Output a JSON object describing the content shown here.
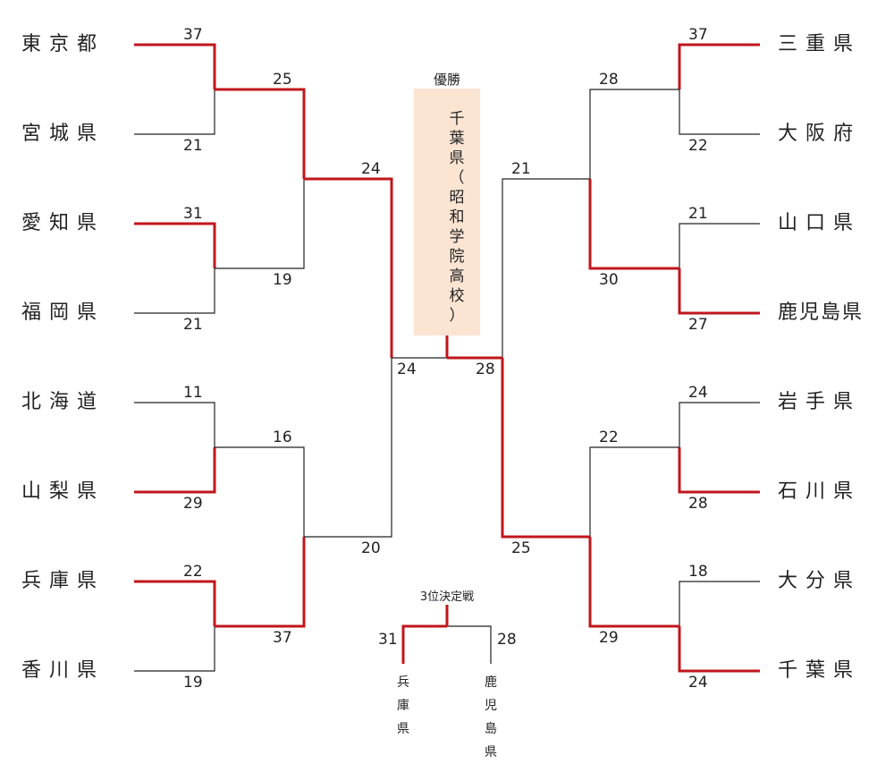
{
  "left_teams": [
    "東京都",
    "宮城県",
    "愛知県",
    "福岡県",
    "北海道",
    "山梨県",
    "兵庫県",
    "香川県"
  ],
  "right_teams": [
    "三重県",
    "大阪府",
    "山口県",
    "鹿児島県",
    "岩手県",
    "石川県",
    "大分県",
    "千葉県"
  ],
  "left_r1_scores": [
    "37",
    "21",
    "31",
    "21",
    "11",
    "29",
    "22",
    "19"
  ],
  "right_r1_scores": [
    "37",
    "22",
    "21",
    "27",
    "24",
    "28",
    "18",
    "24"
  ],
  "left_qf_scores": [
    "25",
    "19",
    "16",
    "37"
  ],
  "right_qf_scores": [
    "28",
    "30",
    "22",
    "29"
  ],
  "left_sf_scores": [
    "24",
    "20"
  ],
  "right_sf_scores": [
    "21",
    "25"
  ],
  "final": {
    "left_score": "24",
    "right_score": "28",
    "caption": "優勝",
    "champion": "千葉県（昭和学院高校）"
  },
  "third_place": {
    "caption": "3位決定戦",
    "left_score": "31",
    "right_score": "28",
    "left_team": "兵庫県",
    "right_team": "鹿児島県"
  },
  "colors": {
    "win_line": "#c0161c",
    "line": "#222222",
    "winner_box": "#fce4d3"
  }
}
